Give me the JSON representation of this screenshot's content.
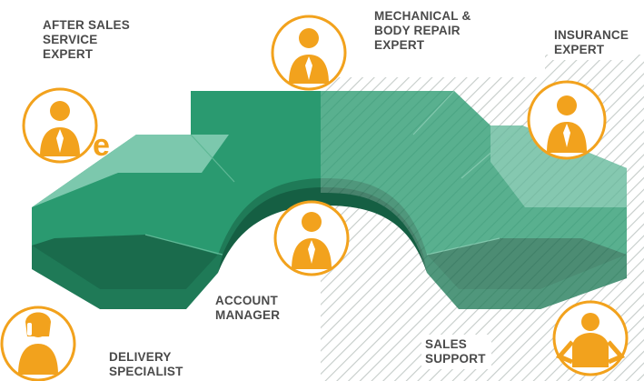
{
  "colors": {
    "accent": "#f2a21d",
    "hatch": "#c5ccc9",
    "gear_top": "#2a9a70",
    "gear_top_light": "#7cc8ad",
    "gear_side": "#1f7a57",
    "gear_dark": "#155f43"
  },
  "partial_text": "e",
  "roles": [
    {
      "id": "after-sales",
      "label": "AFTER SALES\nSERVICE\nEXPERT",
      "icon": "man-tie-icon"
    },
    {
      "id": "mechanical",
      "label": "MECHANICAL &\nBODY REPAIR\nEXPERT",
      "icon": "man-tie-icon"
    },
    {
      "id": "insurance",
      "label": "INSURANCE\nEXPERT",
      "icon": "man-tie-icon"
    },
    {
      "id": "account-manager",
      "label": "ACCOUNT\nMANAGER",
      "icon": "man-tie-icon"
    },
    {
      "id": "delivery",
      "label": "DELIVERY\nSPECIALIST",
      "icon": "woman-phone-icon"
    },
    {
      "id": "sales-support",
      "label": "SALES\nSUPPORT",
      "icon": "person-hands-on-hips-icon"
    }
  ]
}
